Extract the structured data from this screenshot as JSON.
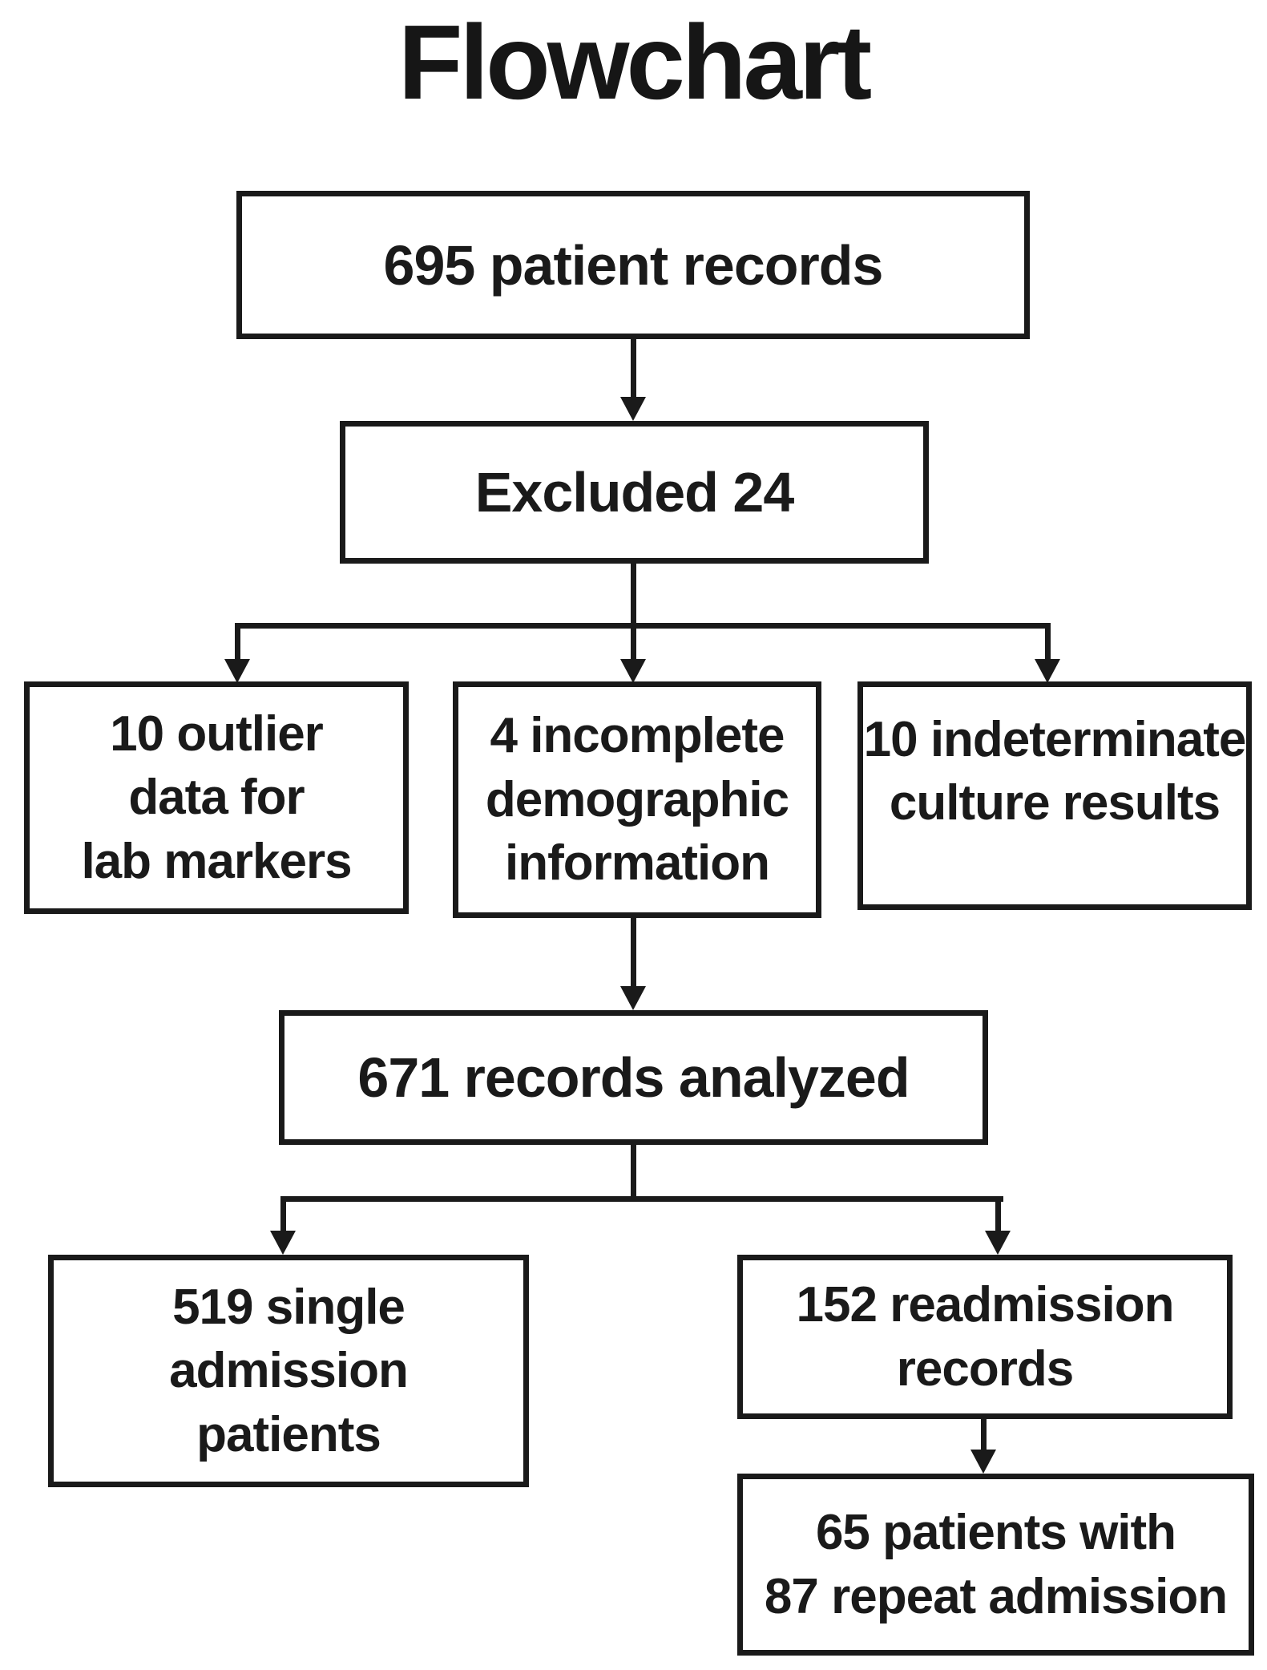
{
  "title": "Flowchart",
  "colors": {
    "line": "#1a1a1a",
    "text": "#1a1a1a",
    "background": "#ffffff"
  },
  "nodes": {
    "patient_records": {
      "label": "695 patient records"
    },
    "excluded": {
      "label": "Excluded 24"
    },
    "outlier": {
      "lines": [
        "10 outlier",
        "data for",
        "lab markers"
      ]
    },
    "demographic": {
      "lines": [
        "4 incomplete",
        "demographic",
        "information"
      ]
    },
    "culture": {
      "lines": [
        "10 indeterminate",
        "culture results"
      ]
    },
    "analyzed": {
      "label": "671 records analyzed"
    },
    "single_admission": {
      "lines": [
        "519 single",
        "admission",
        "patients"
      ]
    },
    "readmission": {
      "lines": [
        "152 readmission",
        "records"
      ]
    },
    "repeat_admission": {
      "lines": [
        "65 patients with",
        "87 repeat admission"
      ]
    }
  }
}
